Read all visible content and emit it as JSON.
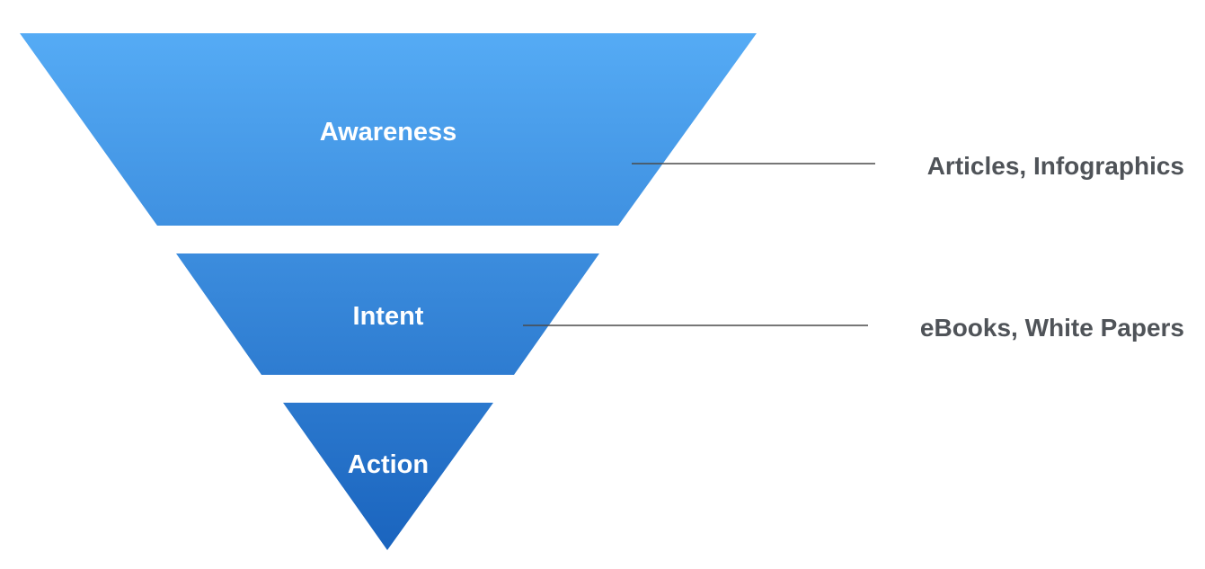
{
  "diagram": {
    "stages": [
      {
        "label": "Awareness"
      },
      {
        "label": "Intent"
      },
      {
        "label": "Action"
      }
    ],
    "callouts": [
      {
        "label": "Articles, Infographics"
      },
      {
        "label": "eBooks, White Papers"
      }
    ]
  },
  "colors": {
    "funnel_top": "#55abf5",
    "funnel_bottom": "#1a64be",
    "stage_text": "#ffffff",
    "callout_text": "#4f5358",
    "connector_line": "#4a4a4a"
  }
}
